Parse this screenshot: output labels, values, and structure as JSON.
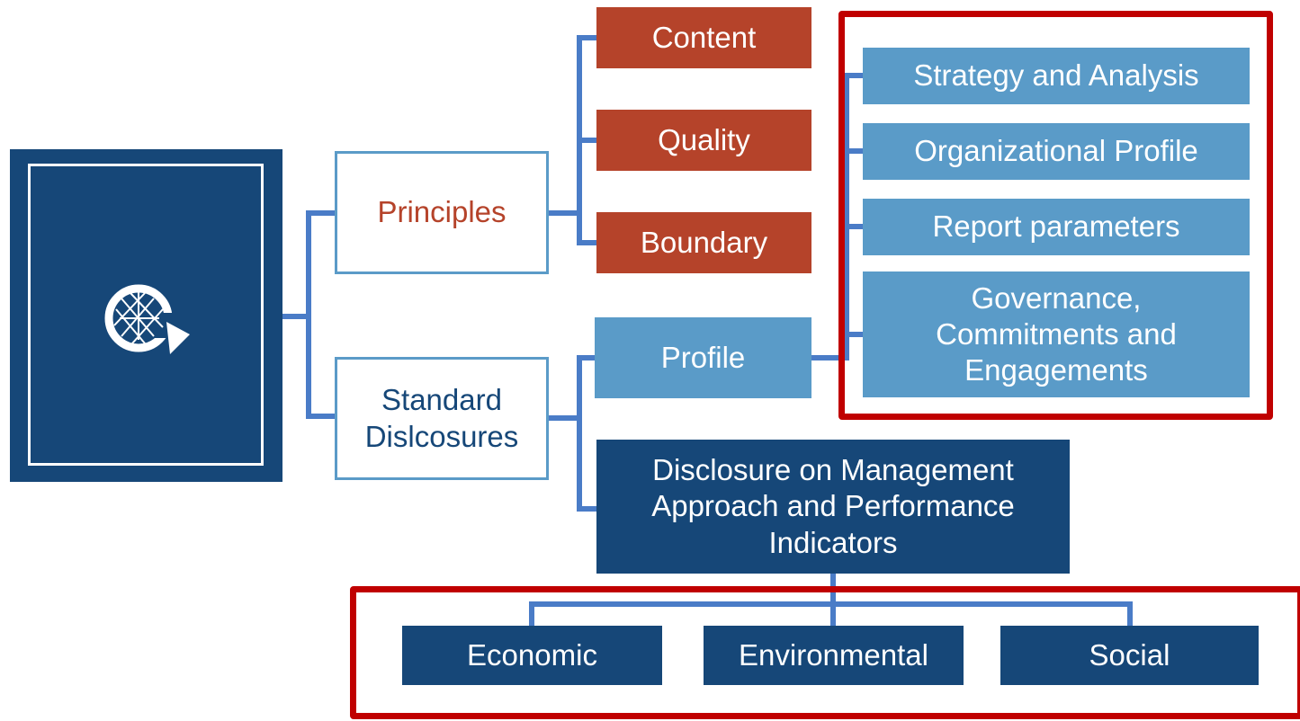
{
  "diagram": {
    "root": {
      "icon": "gri-globe-logo-icon"
    },
    "principles": {
      "label": "Principles",
      "children": [
        "Content",
        "Quality",
        "Boundary"
      ]
    },
    "standard_disclosures": {
      "label": "Standard\nDislcosures"
    },
    "profile": {
      "label": "Profile",
      "children": [
        "Strategy and Analysis",
        "Organizational Profile",
        "Report parameters",
        "Governance,\nCommitments and\nEngagements"
      ]
    },
    "disclosure_management": {
      "label": "Disclosure on Management\nApproach and Performance\nIndicators",
      "children": [
        "Economic",
        "Environmental",
        "Social"
      ]
    }
  },
  "colors": {
    "dark_blue": "#164778",
    "light_blue": "#5a9bc8",
    "orange_red": "#b5432a",
    "connector": "#4a7cc7",
    "highlight_frame": "#c00000",
    "principles_text": "#b5432a",
    "standard_text": "#164778"
  }
}
